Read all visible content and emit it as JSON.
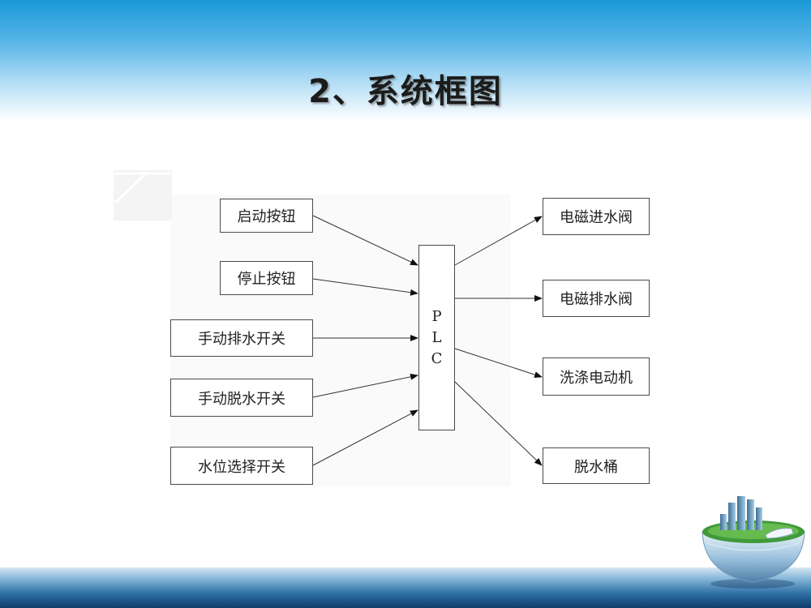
{
  "slide": {
    "title": "2、系统框图"
  },
  "diagram": {
    "inputs": [
      "启动按钮",
      "停止按钮",
      "手动排水开关",
      "手动脱水开关",
      "水位选择开关"
    ],
    "controller": [
      "P",
      "L",
      "C"
    ],
    "outputs": [
      "电磁进水阀",
      "电磁排水阀",
      "洗涤电动机",
      "脱水桶"
    ]
  },
  "colors": {
    "header_blue": "#1a97d8",
    "footer_blue": "#0f3d6b",
    "box_border": "#4a4a4a"
  }
}
